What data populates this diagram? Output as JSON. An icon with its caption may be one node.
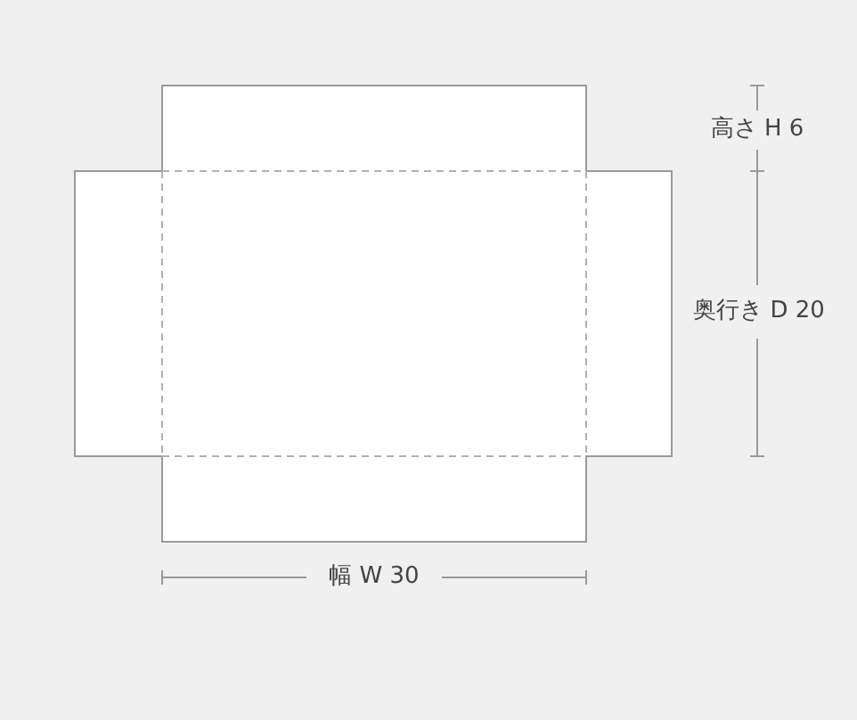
{
  "diagram": {
    "labels": [
      "高さ H 6",
      "奥行き D 20",
      "幅 W 30"
    ]
  }
}
